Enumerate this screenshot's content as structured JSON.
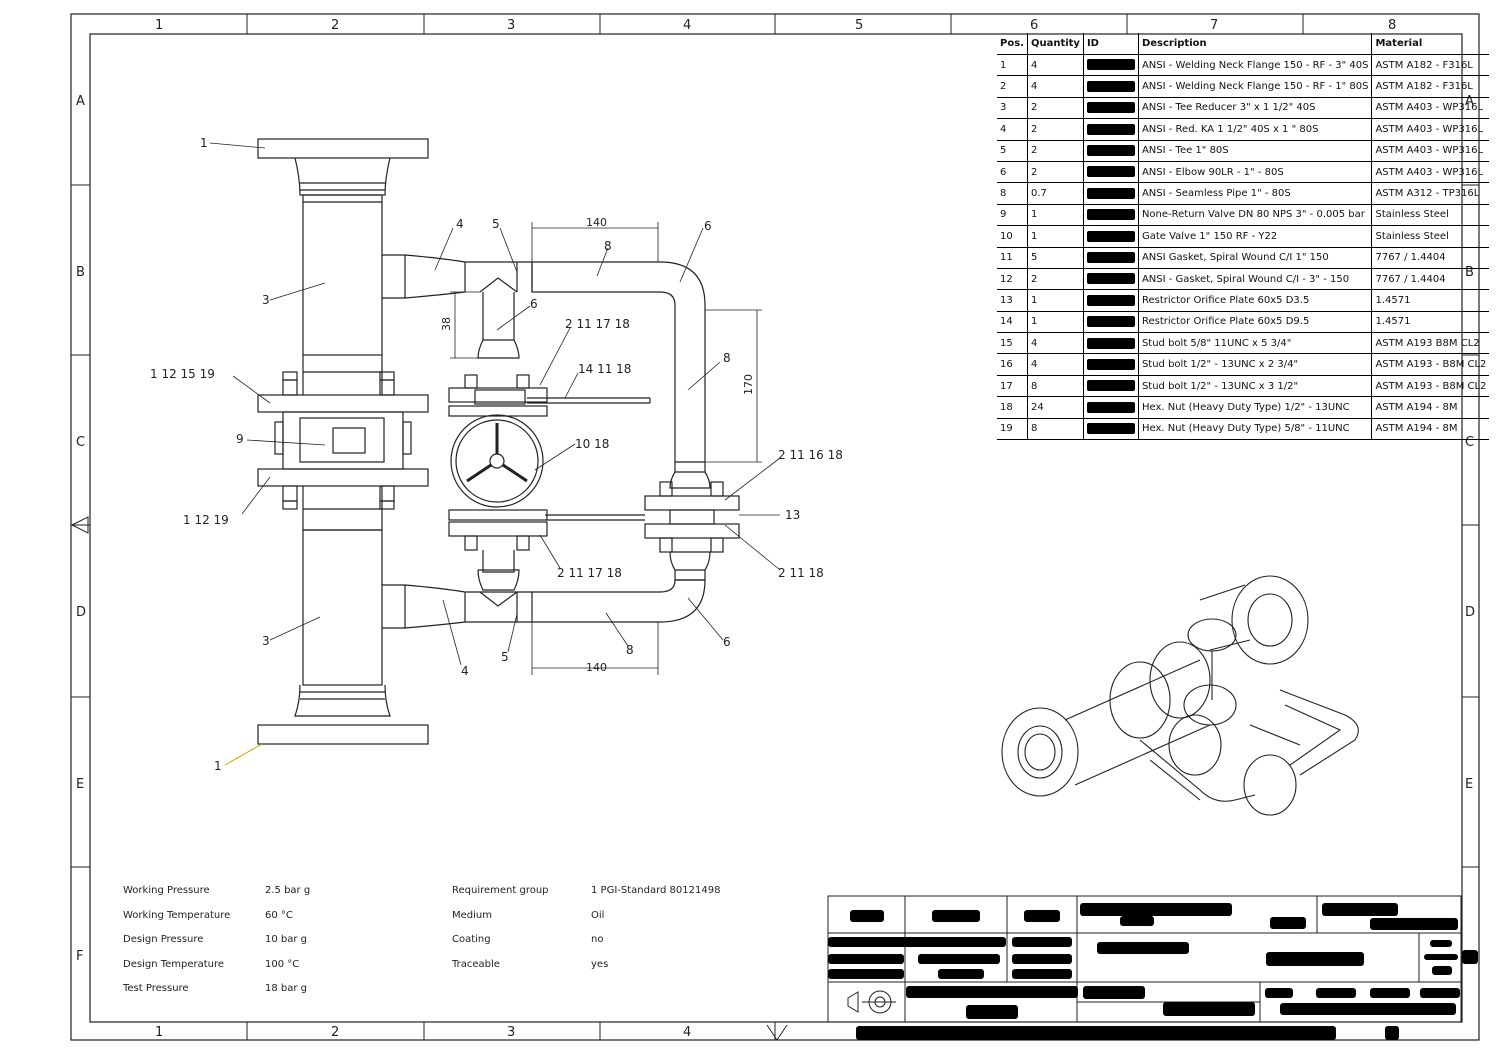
{
  "zone_columns": [
    "1",
    "2",
    "3",
    "4",
    "5",
    "6",
    "7",
    "8"
  ],
  "zone_rows": [
    "A",
    "B",
    "C",
    "D",
    "E",
    "F"
  ],
  "bom": {
    "headers": {
      "pos": "Pos.",
      "qty": "Quantity",
      "id": "ID",
      "desc": "Description",
      "mat": "Material"
    },
    "rows": [
      {
        "pos": "1",
        "qty": "4",
        "desc": "ANSI - Welding Neck Flange 150 - RF - 3\" 40S",
        "mat": "ASTM A182 - F316L"
      },
      {
        "pos": "2",
        "qty": "4",
        "desc": "ANSI - Welding Neck Flange 150 - RF - 1\" 80S",
        "mat": "ASTM A182 - F316L"
      },
      {
        "pos": "3",
        "qty": "2",
        "desc": "ANSI - Tee Reducer  3\" x 1 1/2\" 40S",
        "mat": "ASTM A403 - WP316L"
      },
      {
        "pos": "4",
        "qty": "2",
        "desc": "ANSI - Red. KA  1 1/2\"  40S  x 1 \" 80S",
        "mat": "ASTM A403 - WP316L"
      },
      {
        "pos": "5",
        "qty": "2",
        "desc": "ANSI - Tee 1\" 80S",
        "mat": "ASTM A403 - WP316L"
      },
      {
        "pos": "6",
        "qty": "2",
        "desc": "ANSI - Elbow 90LR - 1\" - 80S",
        "mat": "ASTM A403 - WP316L"
      },
      {
        "pos": "8",
        "qty": "0.7",
        "desc": "ANSI - Seamless Pipe 1\" -  80S",
        "mat": "ASTM A312 - TP316L"
      },
      {
        "pos": "9",
        "qty": "1",
        "desc": "None-Return Valve DN 80 NPS 3\" - 0.005 bar",
        "mat": "Stainless Steel"
      },
      {
        "pos": "10",
        "qty": "1",
        "desc": "Gate Valve 1\" 150 RF - Y22",
        "mat": "Stainless Steel"
      },
      {
        "pos": "11",
        "qty": "5",
        "desc": "ANSI   Gasket, Spiral Wound C/I   1\"   150",
        "mat": "7767 / 1.4404"
      },
      {
        "pos": "12",
        "qty": "2",
        "desc": "ANSI - Gasket, Spiral Wound C/I - 3\" - 150",
        "mat": "7767 / 1.4404"
      },
      {
        "pos": "13",
        "qty": "1",
        "desc": "Restrictor Orifice Plate 60x5 D3.5",
        "mat": "1.4571"
      },
      {
        "pos": "14",
        "qty": "1",
        "desc": "Restrictor Orifice Plate 60x5 D9.5",
        "mat": "1.4571"
      },
      {
        "pos": "15",
        "qty": "4",
        "desc": "Stud bolt 5/8\"   11UNC x 5 3/4\"",
        "mat": "ASTM A193   B8M CL2"
      },
      {
        "pos": "16",
        "qty": "4",
        "desc": "Stud bolt 1/2\" - 13UNC x 2 3/4\"",
        "mat": "ASTM A193 - B8M CL2"
      },
      {
        "pos": "17",
        "qty": "8",
        "desc": "Stud bolt 1/2\" - 13UNC x 3 1/2\"",
        "mat": "ASTM A193 - B8M CL2"
      },
      {
        "pos": "18",
        "qty": "24",
        "desc": "Hex. Nut (Heavy Duty Type) 1/2\" - 13UNC",
        "mat": "ASTM A194 - 8M"
      },
      {
        "pos": "19",
        "qty": "8",
        "desc": "Hex. Nut (Heavy Duty Type) 5/8\" - 11UNC",
        "mat": "ASTM A194 - 8M"
      }
    ]
  },
  "conditions_left": [
    {
      "label": "Working Pressure",
      "value": "2.5 bar g"
    },
    {
      "label": "Working Temperature",
      "value": "60 °C"
    },
    {
      "label": "Design Pressure",
      "value": "10 bar g"
    },
    {
      "label": "Design Temperature",
      "value": "100 °C"
    },
    {
      "label": "Test Pressure",
      "value": "18 bar g"
    }
  ],
  "conditions_right": [
    {
      "label": "Requirement group",
      "value": "1 PGI-Standard 80121498"
    },
    {
      "label": "Medium",
      "value": "Oil"
    },
    {
      "label": "Coating",
      "value": "no"
    },
    {
      "label": "Traceable",
      "value": "yes"
    }
  ],
  "dimensions": {
    "top_run": "140",
    "bottom_run": "140",
    "tee_height": "38",
    "loop_height": "170"
  },
  "callouts": {
    "c1_top": "1",
    "c1_bot": "1",
    "c3_top": "3",
    "c3_bot": "3",
    "c4_top": "4",
    "c4_bot": "4",
    "c5_top": "5",
    "c5_bot": "5",
    "c6_top_r": "6",
    "c6_mid": "6",
    "c6_bot": "6",
    "c8_top": "8",
    "c8_right": "8",
    "c8_bot": "8",
    "c9": "9",
    "c13": "13",
    "g_1_12_15_19": "1  12  15  19",
    "g_1_12_19": "1  12  19",
    "g_2_11_17_18_top": "2  11  17  18",
    "g_14_11_18": "14  11  18",
    "g_10_18": "10  18",
    "g_2_11_16_18": "2  11  16  18",
    "g_2_11_17_18_bot": "2  11  17  18",
    "g_2_11_18": "2  11  18"
  },
  "colors": {
    "line": "#222222",
    "redaction": "#000000",
    "yellow_leader": "#c9a400"
  }
}
